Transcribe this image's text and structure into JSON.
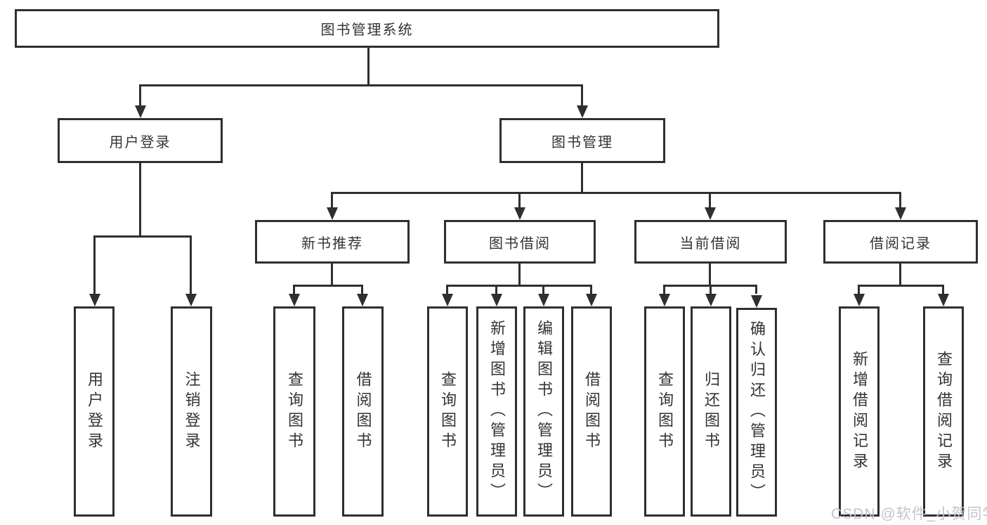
{
  "root": {
    "label": "图书管理系统"
  },
  "branches": [
    {
      "label": "用户登录"
    },
    {
      "label": "图书管理"
    }
  ],
  "sections": [
    {
      "label": "新书推荐",
      "parent": "图书管理"
    },
    {
      "label": "图书借阅",
      "parent": "图书管理"
    },
    {
      "label": "当前借阅",
      "parent": "图书管理"
    },
    {
      "label": "借阅记录",
      "parent": "图书管理"
    }
  ],
  "leaves": [
    {
      "label": "用户登录",
      "parent": "用户登录"
    },
    {
      "label": "注销登录",
      "parent": "用户登录"
    },
    {
      "label": "查询图书",
      "parent": "新书推荐"
    },
    {
      "label": "借阅图书",
      "parent": "新书推荐"
    },
    {
      "label": "查询图书",
      "parent": "图书借阅"
    },
    {
      "label": "新增图书（管理员）",
      "parent": "图书借阅"
    },
    {
      "label": "编辑图书（管理员）",
      "parent": "图书借阅"
    },
    {
      "label": "借阅图书",
      "parent": "图书借阅"
    },
    {
      "label": "查询图书",
      "parent": "当前借阅"
    },
    {
      "label": "归还图书",
      "parent": "当前借阅"
    },
    {
      "label": "确认归还（管理员）",
      "parent": "当前借阅"
    },
    {
      "label": "新增借阅记录",
      "parent": "借阅记录"
    },
    {
      "label": "查询借阅记录",
      "parent": "借阅记录"
    }
  ],
  "watermark": {
    "text": "CSDN @软件_小贺同学"
  },
  "colors": {
    "line": "#2f2f2f",
    "text": "#333333",
    "background": "#ffffff",
    "watermark": "#c3c3cb"
  }
}
